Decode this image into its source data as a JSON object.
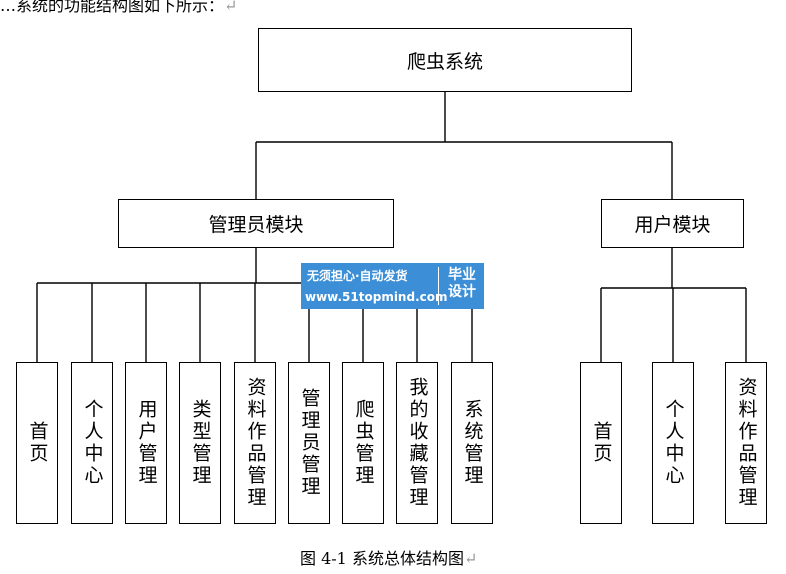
{
  "intro_text": "…系统的功能结构图如下所示：",
  "return_mark": "↵",
  "diagram": {
    "root": "爬虫系统",
    "admin_module": {
      "label": "管理员模块",
      "children": [
        "首页",
        "个人中心",
        "用户管理",
        "类型管理",
        "资料作品管理",
        "管理员管理",
        "爬虫管理",
        "我的收藏管理",
        "系统管理"
      ]
    },
    "user_module": {
      "label": "用户模块",
      "children": [
        "首页",
        "个人中心",
        "资料作品管理"
      ]
    }
  },
  "watermark": {
    "line1": "无须担心·自动发货",
    "line2": "www.51topmind.com",
    "badge": "毕业设计"
  },
  "caption": "图 4-1  系统总体结构图"
}
